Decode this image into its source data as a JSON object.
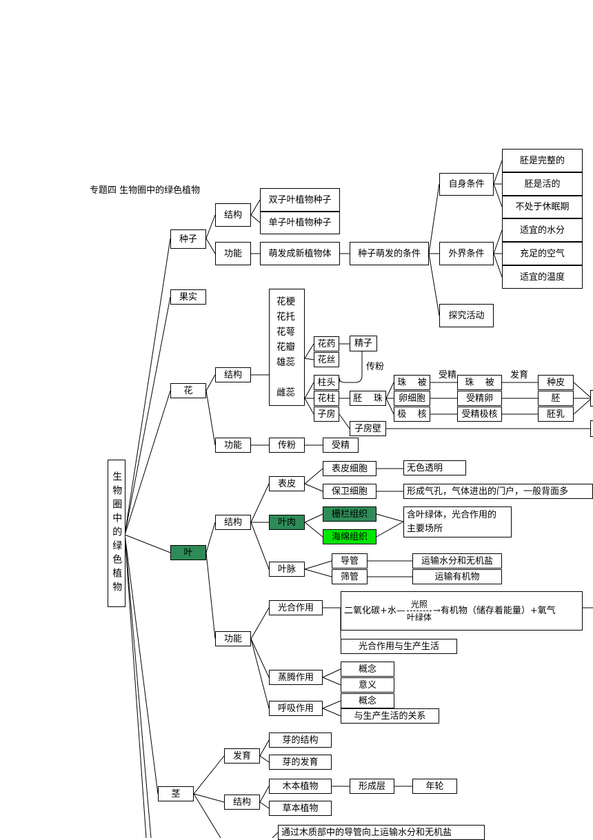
{
  "title": "专题四 生物圈中的绿色植物",
  "root": "生物圈中的绿色植物",
  "seed": {
    "label": "种子",
    "structure": "结构",
    "structure_items": [
      "双子叶植物种子",
      "单子叶植物种子"
    ],
    "function": "功能",
    "function_item": "萌发成新植物体",
    "conditions": "种子萌发的条件",
    "self_conditions": "自身条件",
    "self_items": [
      "胚是完整的",
      "胚是活的",
      "不处于休眠期"
    ],
    "external_conditions": "外界条件",
    "external_items": [
      "适宜的水分",
      "充足的空气",
      "适宜的温度"
    ],
    "explore": "探究活动"
  },
  "fruit": {
    "label": "果实"
  },
  "flower": {
    "label": "花",
    "structure": "结构",
    "parts": [
      "花梗",
      "花托",
      "花萼",
      "花瓣",
      "雄蕊"
    ],
    "pistil": "雌蕊",
    "stamen_parts": [
      "花药",
      "花丝"
    ],
    "sperm": "精子",
    "pollination_label": "传粉",
    "pistil_parts": [
      "柱头",
      "花柱",
      "子房"
    ],
    "ovule": "胚    珠",
    "ovule_parts": [
      "珠    被",
      "卵细胞",
      "极    核"
    ],
    "fertilization_label": "受精",
    "fertilized": [
      "珠    被",
      "受精卵",
      "受精极核"
    ],
    "develop_label": "发育",
    "develops_into": [
      "种皮",
      "胚",
      "胚乳"
    ],
    "ovary_wall": "子房壁",
    "function": "功能",
    "function_items": [
      "传粉",
      "受精"
    ]
  },
  "leaf": {
    "label": "叶",
    "structure": "结构",
    "epidermis": "表皮",
    "epidermis_cells": [
      "表皮细胞",
      "保卫细胞"
    ],
    "epidermis_desc": [
      "无色透明",
      "形成气孔，气体进出的门户，一般背面多"
    ],
    "mesophyll": "叶肉",
    "mesophyll_items": [
      "栅栏组织",
      "海绵组织"
    ],
    "mesophyll_desc_lines": [
      "含叶绿体，光合作用的",
      "主要场所"
    ],
    "vein": "叶脉",
    "vein_items": [
      "导管",
      "筛管"
    ],
    "vein_desc": [
      "运输水分和无机盐",
      "运输有机物"
    ],
    "function": "功能",
    "photosynthesis": "光合作用",
    "formula": {
      "left": "二氧化碳+水",
      "condition_top": "光照",
      "condition_bottom": "叶绿体",
      "right": "有机物（储存着能量）+氧气"
    },
    "photosynthesis_life": "光合作用与生产生活",
    "transpiration": "蒸腾作用",
    "transpiration_items": [
      "概念",
      "意义"
    ],
    "respiration": "呼吸作用",
    "respiration_items": [
      "概念",
      "与生产生活的关系"
    ]
  },
  "stem": {
    "label": "茎",
    "development": "发育",
    "development_items": [
      "芽的结构",
      "芽的发育"
    ],
    "structure": "结构",
    "woody": "木本植物",
    "cambium": "形成层",
    "rings": "年轮",
    "herbaceous": "草本植物",
    "transport": "通过木质部中的导管向上运输水分和无机盐"
  }
}
